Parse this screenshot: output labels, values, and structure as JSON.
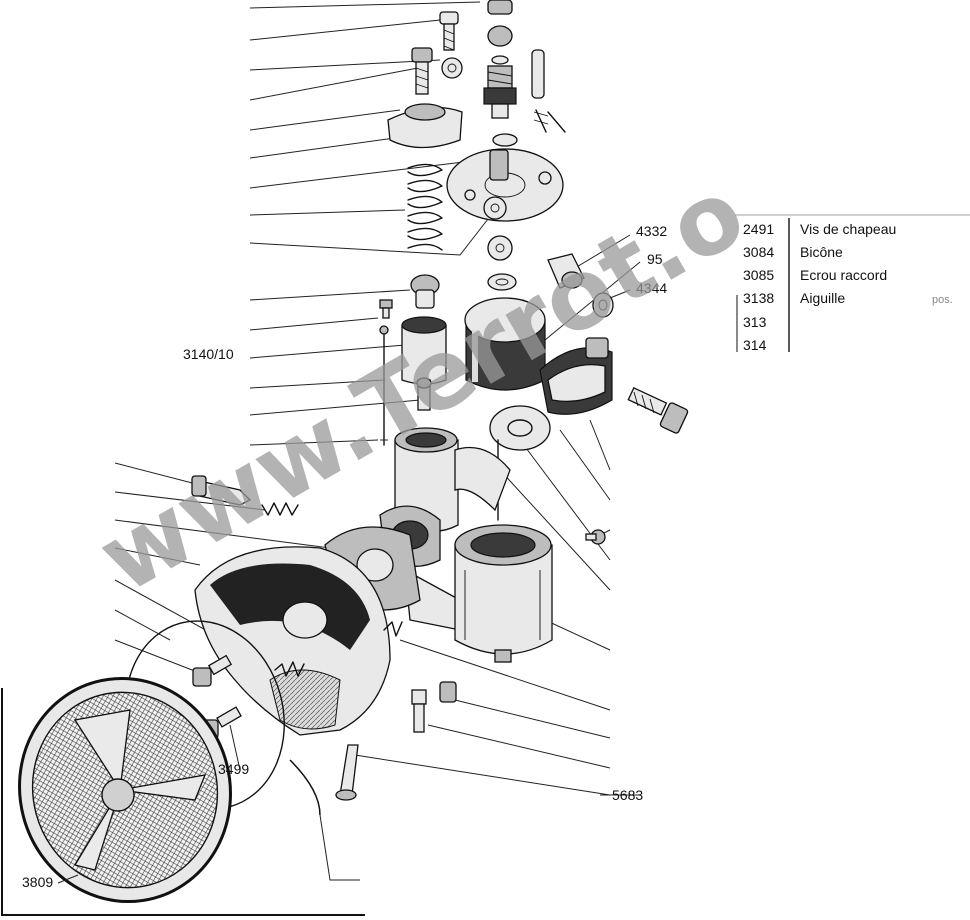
{
  "diagram": {
    "part_labels": {
      "l4332": "4332",
      "l95": "95",
      "l4344": "4344",
      "l3140": "3140/10",
      "l3499": "3499",
      "l5683": "5683",
      "l3809": "3809"
    },
    "parts_table": {
      "rows": [
        {
          "ref": "2491",
          "desc": "Vis de chapeau"
        },
        {
          "ref": "3084",
          "desc": "Bicône"
        },
        {
          "ref": "3085",
          "desc": "Ecrou raccord"
        },
        {
          "ref": "3138",
          "desc": "Aiguille"
        },
        {
          "ref": "313",
          "desc": ""
        },
        {
          "ref": "314",
          "desc": ""
        }
      ],
      "extra": "pos."
    },
    "watermark": "www.Terrot.o"
  }
}
